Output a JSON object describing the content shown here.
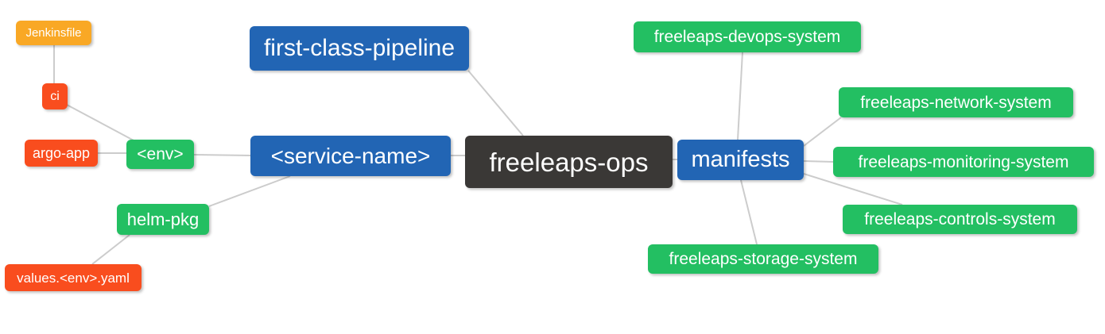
{
  "colors": {
    "root": "#3a3836",
    "branch_blue": "#2265b4",
    "leaf_green": "#23bf62",
    "leaf_red": "#f94d1e",
    "leaf_orange": "#f9a825",
    "connector": "#cccccc",
    "text": "#ffffff",
    "background": "#ffffff"
  },
  "nodes": {
    "freeleaps_ops": {
      "label": "freeleaps-ops"
    },
    "first_class_pipeline": {
      "label": "first-class-pipeline"
    },
    "service_name": {
      "label": "<service-name>"
    },
    "manifests": {
      "label": "manifests"
    },
    "env": {
      "label": "<env>"
    },
    "helm_pkg": {
      "label": "helm-pkg"
    },
    "ci": {
      "label": "ci"
    },
    "argo_app": {
      "label": "argo-app"
    },
    "jenkinsfile": {
      "label": "Jenkinsfile"
    },
    "values_env_yaml": {
      "label": "values.<env>.yaml"
    },
    "devops_system": {
      "label": "freeleaps-devops-system"
    },
    "network_system": {
      "label": "freeleaps-network-system"
    },
    "monitoring_system": {
      "label": "freeleaps-monitoring-system"
    },
    "controls_system": {
      "label": "freeleaps-controls-system"
    },
    "storage_system": {
      "label": "freeleaps-storage-system"
    }
  },
  "edges": [
    {
      "from": "jenkinsfile",
      "to": "ci"
    },
    {
      "from": "ci",
      "to": "env"
    },
    {
      "from": "argo_app",
      "to": "env"
    },
    {
      "from": "env",
      "to": "service_name"
    },
    {
      "from": "helm_pkg",
      "to": "service_name"
    },
    {
      "from": "helm_pkg",
      "to": "values_env_yaml"
    },
    {
      "from": "first_class_pipeline",
      "to": "freeleaps_ops"
    },
    {
      "from": "service_name",
      "to": "freeleaps_ops"
    },
    {
      "from": "freeleaps_ops",
      "to": "manifests"
    },
    {
      "from": "manifests",
      "to": "devops_system"
    },
    {
      "from": "manifests",
      "to": "network_system"
    },
    {
      "from": "manifests",
      "to": "monitoring_system"
    },
    {
      "from": "manifests",
      "to": "controls_system"
    },
    {
      "from": "manifests",
      "to": "storage_system"
    }
  ]
}
